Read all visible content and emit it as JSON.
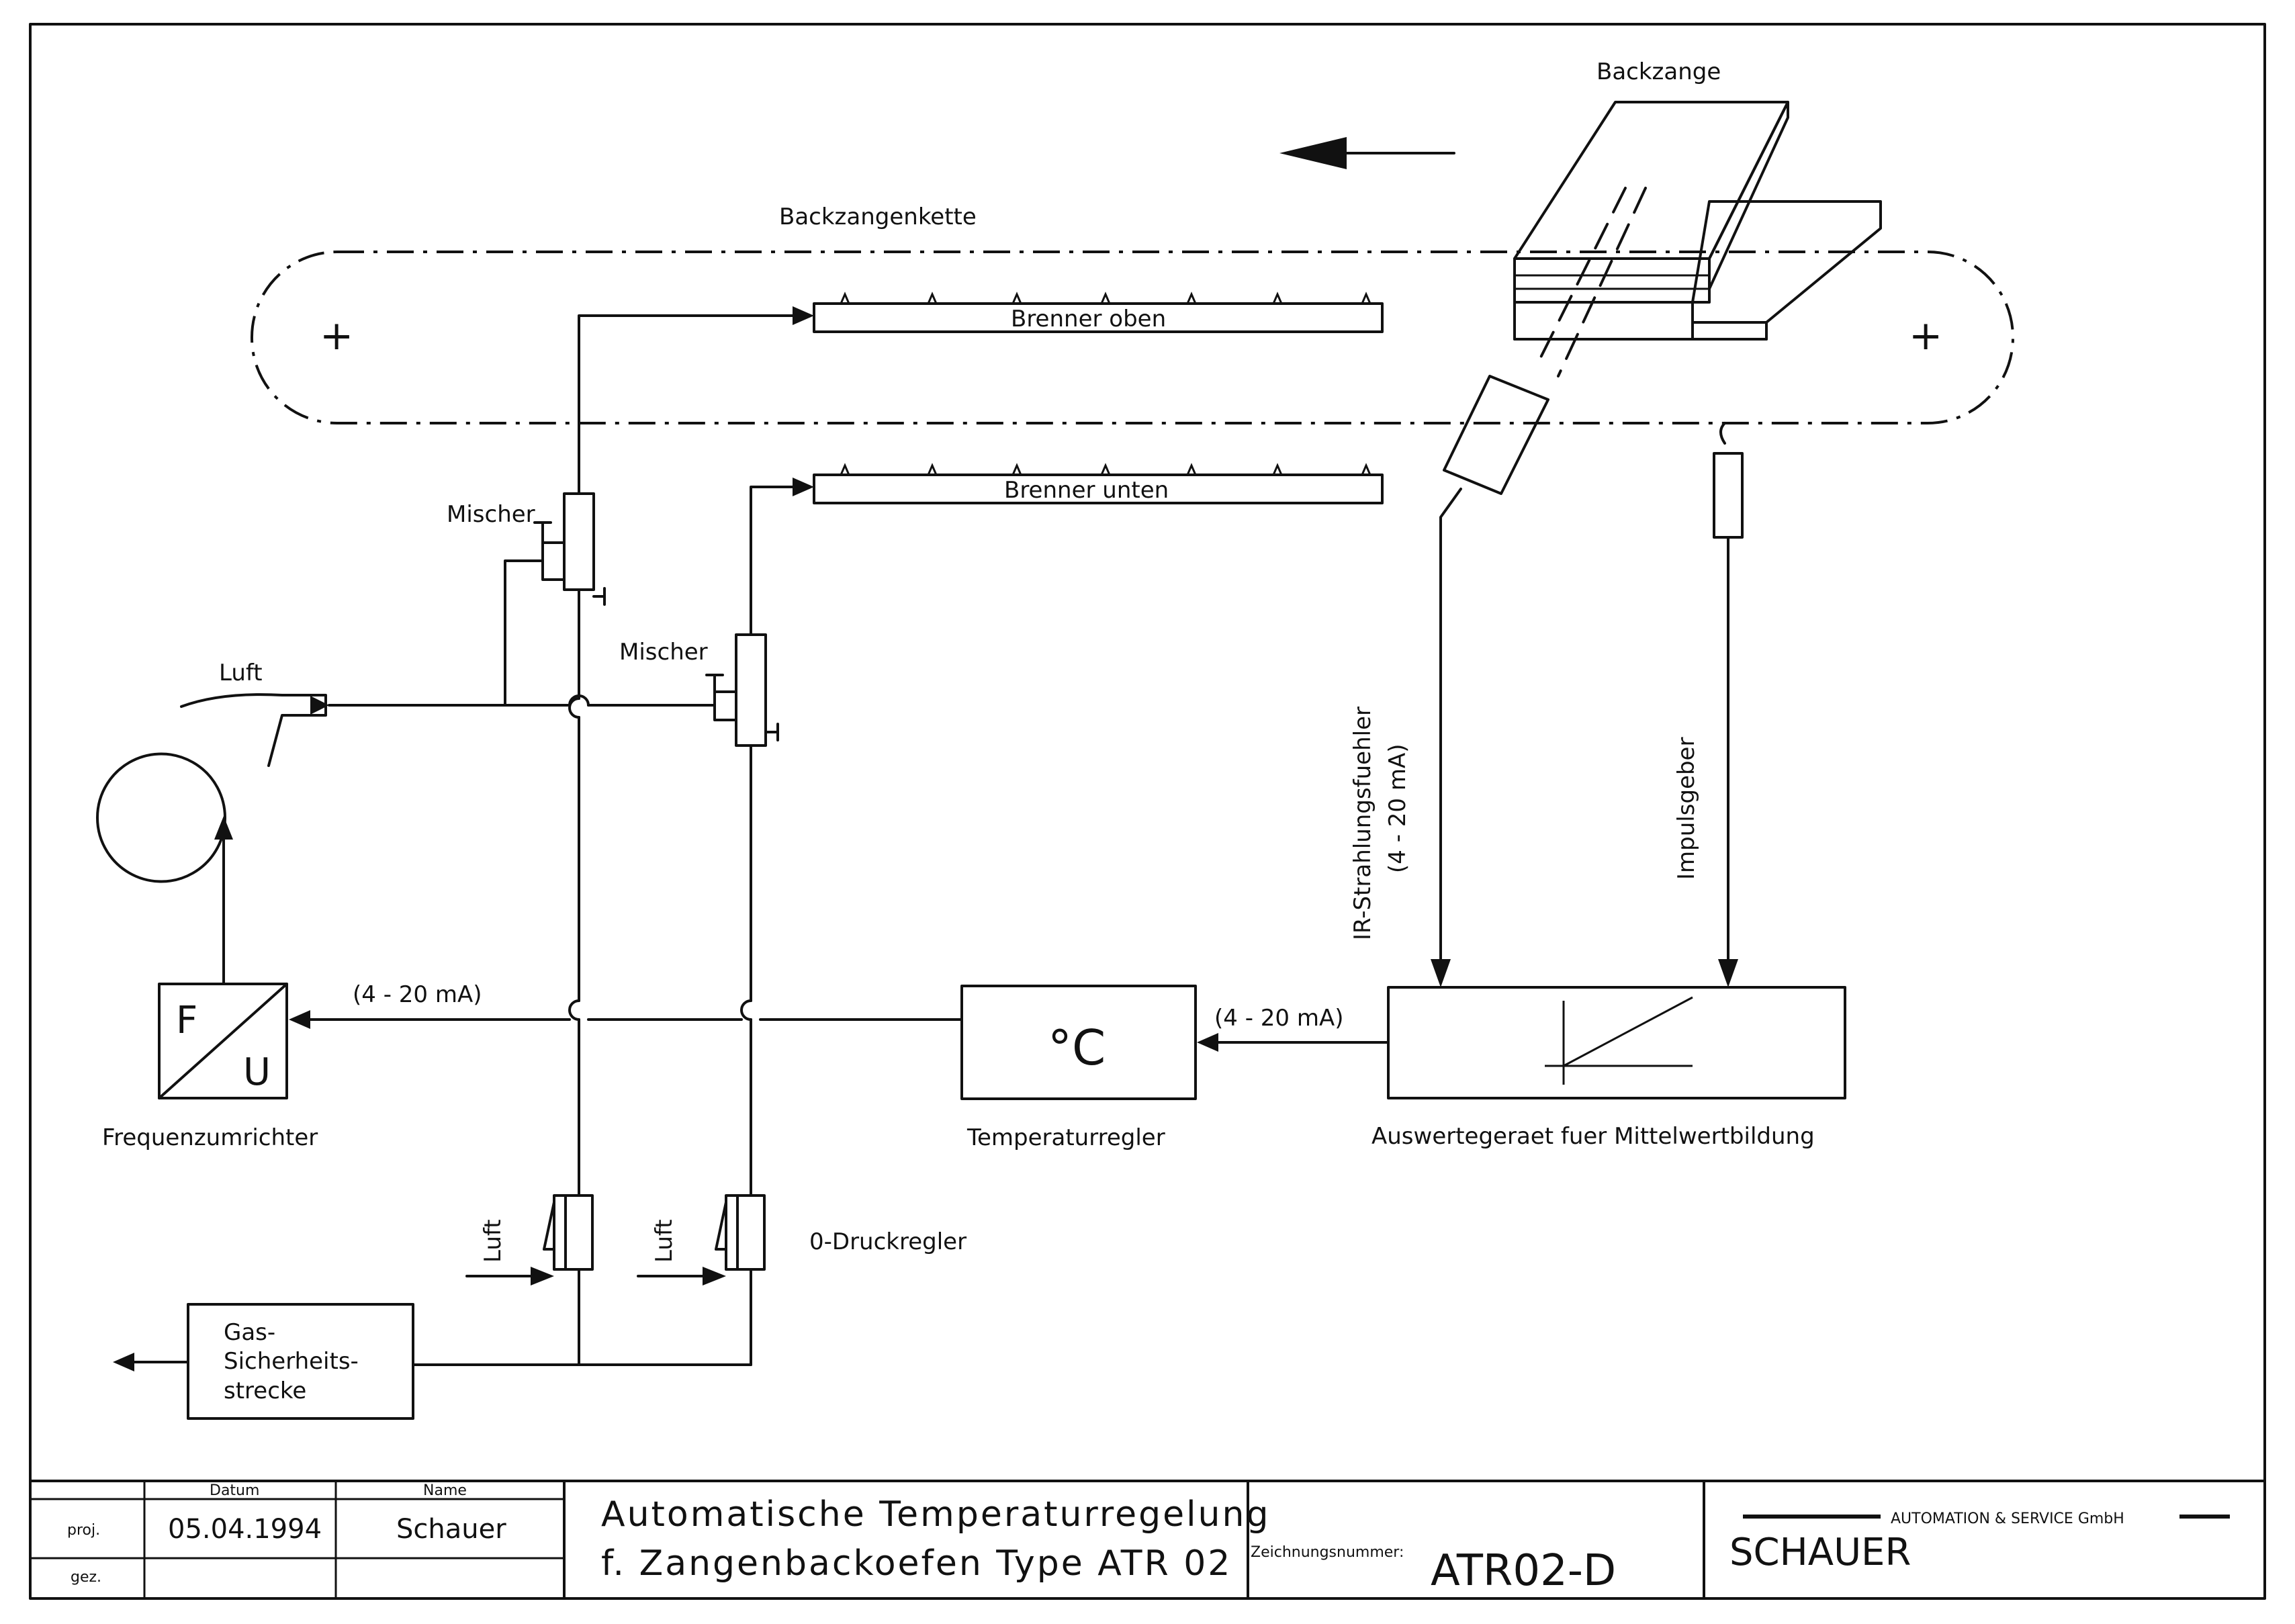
{
  "diagram": {
    "labels": {
      "backzange": "Backzange",
      "backzangenkette": "Backzangenkette",
      "brenner_oben": "Brenner oben",
      "brenner_unten": "Brenner unten",
      "mischer_1": "Mischer",
      "mischer_2": "Mischer",
      "luft_fan": "Luft",
      "ir_sensor": "IR-Strahlungsfuehler",
      "ir_sensor_range": "(4 - 20 mA)",
      "impulsgeber": "Impulsgeber",
      "signal_fu": "(4 - 20 mA)",
      "signal_treg": "(4 - 20 mA)",
      "fu_f": "F",
      "fu_u": "U",
      "frequenzumrichter": "Frequenzumrichter",
      "temp_symbol": "°C",
      "temperaturregler": "Temperaturregler",
      "auswertegeraet": "Auswertegeraet fuer Mittelwertbildung",
      "luft_1": "Luft",
      "luft_2": "Luft",
      "druckregler": "0-Druckregler",
      "gas_line1": "Gas-",
      "gas_line2": "Sicherheits-",
      "gas_line3": "strecke",
      "plus_left": "+",
      "plus_right": "+"
    }
  },
  "title_block": {
    "col_datum": "Datum",
    "col_name": "Name",
    "row_proj": "proj.",
    "row_gez": "gez.",
    "proj_datum": "05.04.1994",
    "proj_name": "Schauer",
    "title_line1": "Automatische Temperaturregelung",
    "title_line2": "f. Zangenbackoefen Type ATR 02",
    "drawing_number_label": "Zeichnungsnummer:",
    "drawing_number": "ATR02-D",
    "company_name": "SCHAUER",
    "company_sub": "AUTOMATION & SERVICE GmbH"
  }
}
